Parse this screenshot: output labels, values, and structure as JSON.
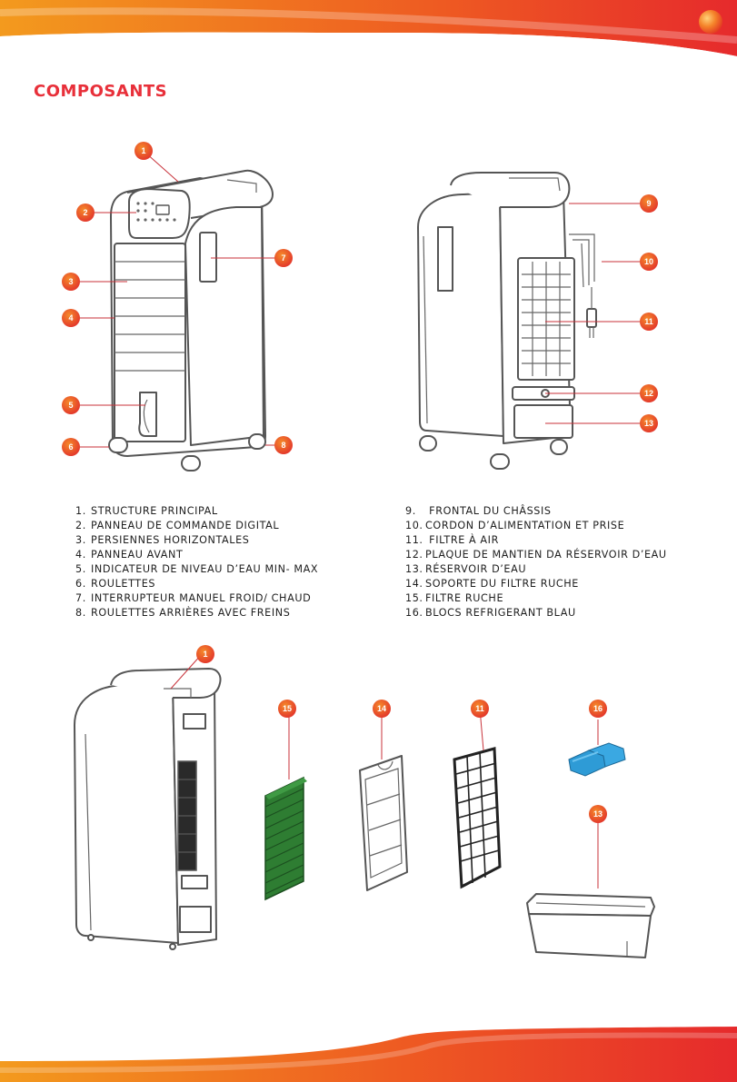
{
  "title": "COMPOSANTS",
  "colors": {
    "accent": "#e8303a",
    "banner_orange": "#f28a1f",
    "banner_red": "#e62a2c",
    "ice_block": "#2e9bd6",
    "filter_green": "#2e7d32"
  },
  "callouts": {
    "c1": "1",
    "c2": "2",
    "c3": "3",
    "c4": "4",
    "c5": "5",
    "c6": "6",
    "c7": "7",
    "c8": "8",
    "c9": "9",
    "c10": "10",
    "c11": "11",
    "c12": "12",
    "c13": "13",
    "c1b": "1",
    "c15": "15",
    "c14": "14",
    "c11b": "11",
    "c16": "16",
    "c13b": "13"
  },
  "legend_left": [
    {
      "num": "1.",
      "label": "STRUCTURE PRINCIPAL"
    },
    {
      "num": "2.",
      "label": "PANNEAU DE COMMANDE DIGITAL"
    },
    {
      "num": "3.",
      "label": "PERSIENNES HORIZONTALES"
    },
    {
      "num": "4.",
      "label": "PANNEAU AVANT"
    },
    {
      "num": "5.",
      "label": "INDICATEUR DE NIVEAU D’EAU MIN- MAX"
    },
    {
      "num": "6.",
      "label": "ROULETTES"
    },
    {
      "num": "7.",
      "label": "INTERRUPTEUR MANUEL FROID/ CHAUD"
    },
    {
      "num": "8.",
      "label": "ROULETTES ARRIÈRES AVEC FREINS"
    }
  ],
  "legend_right": [
    {
      "num": "9.",
      "label": " FRONTAL DU CHÂSSIS"
    },
    {
      "num": "10.",
      "label": "CORDON D’ALIMENTATION ET PRISE"
    },
    {
      "num": "11.",
      "label": " FILTRE À AIR"
    },
    {
      "num": "12.",
      "label": "PLAQUE DE MANTIEN DA RÉSERVOIR D’EAU"
    },
    {
      "num": "13.",
      "label": "RÉSERVOIR D’EAU"
    },
    {
      "num": "14.",
      "label": "SOPORTE DU FILTRE RUCHE"
    },
    {
      "num": "15.",
      "label": "FILTRE RUCHE"
    },
    {
      "num": "16.",
      "label": "BLOCS REFRIGERANT BLAU"
    }
  ]
}
